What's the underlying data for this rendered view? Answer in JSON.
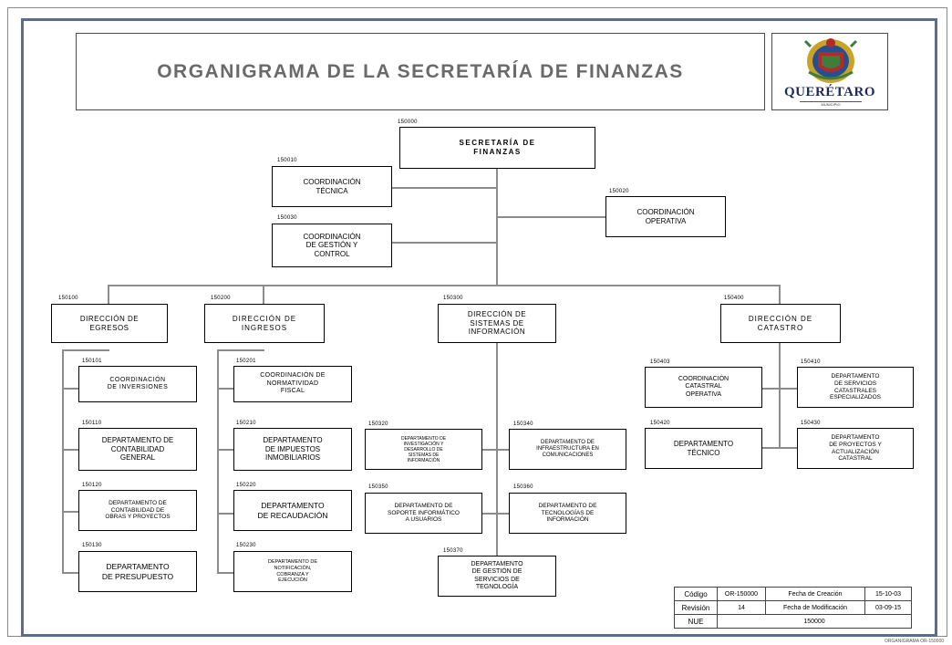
{
  "title": "ORGANIGRAMA DE LA SECRETARÍA DE FINANZAS",
  "logo": {
    "text": "QUERÉTARO",
    "subtext": "MUNICIPIO",
    "colors": {
      "gold": "#c9a227",
      "red": "#b5282c",
      "blue": "#274f8f",
      "green": "#3f7d3c"
    }
  },
  "units": {
    "u150000": {
      "code": "150000",
      "name": "SECRETARÍA DE\nFINANZAS"
    },
    "u150010": {
      "code": "150010",
      "name": "COORDINACIÓN\nTÉCNICA"
    },
    "u150020": {
      "code": "150020",
      "name": "COORDINACIÓN\nOPERATIVA"
    },
    "u150030": {
      "code": "150030",
      "name": "COORDINACIÓN\nDE GESTIÓN Y\nCONTROL"
    },
    "u150100": {
      "code": "150100",
      "name": "DIRECCIÓN DE\nEGRESOS"
    },
    "u150101": {
      "code": "150101",
      "name": "COORDINACIÓN\nDE INVERSIONES"
    },
    "u150110": {
      "code": "150110",
      "name": "DEPARTAMENTO DE\nCONTABILIDAD\nGENERAL"
    },
    "u150120": {
      "code": "150120",
      "name": "DEPARTAMENTO DE\nCONTABILIDAD DE\nOBRAS Y PROYECTOS"
    },
    "u150130": {
      "code": "150130",
      "name": "DEPARTAMENTO\nDE PRESUPUESTO"
    },
    "u150200": {
      "code": "150200",
      "name": "DIRECCIÓN DE\nINGRESOS"
    },
    "u150201": {
      "code": "150201",
      "name": "COORDINACIÓN DE\nNORMATIVIDAD\nFISCAL"
    },
    "u150210": {
      "code": "150210",
      "name": "DEPARTAMENTO\nDE IMPUESTOS\nINMOBILIARIOS"
    },
    "u150220": {
      "code": "150220",
      "name": "DEPARTAMENTO\nDE RECAUDACIÓN"
    },
    "u150230": {
      "code": "150230",
      "name": "DEPARTAMENTO DE\nNOTIFICACIÓN,\nCOBRANZA Y\nEJECUCIÓN"
    },
    "u150300": {
      "code": "150300",
      "name": "DIRECCIÓN DE\nSISTEMAS DE\nINFORMACIÓN"
    },
    "u150320": {
      "code": "150320",
      "name": "DEPARTAMENTO DE\nINVESTIGACIÓN Y\nDESARROLLO DE\nSISTEMAS DE\nINFORMACIÓN"
    },
    "u150340": {
      "code": "150340",
      "name": "DEPARTAMENTO DE\nINFRAESTRUCTURA EN\nCOMUNICACIONES"
    },
    "u150350": {
      "code": "150350",
      "name": "DEPARTAMENTO DE\nSOPORTE INFORMÁTICO\nA USUARIOS"
    },
    "u150360": {
      "code": "150360",
      "name": "DEPARTAMENTO DE\nTECNOLOGÍAS DE\nINFORMACIÓN"
    },
    "u150370": {
      "code": "150370",
      "name": "DEPARTAMENTO\nDE GESTIÓN DE\nSERVICIOS DE\nTEGNOLOGÍA"
    },
    "u150400": {
      "code": "150400",
      "name": "DIRECCIÓN DE\nCATASTRO"
    },
    "u150403": {
      "code": "150403",
      "name": "COORDINACIÓN\nCATASTRAL\nOPERATIVA"
    },
    "u150410": {
      "code": "150410",
      "name": "DEPARTAMENTO\nDE SERVICIOS\nCATASTRALES\nESPECIALIZADOS"
    },
    "u150420": {
      "code": "150420",
      "name": "DEPARTAMENTO\nTÉCNICO"
    },
    "u150430": {
      "code": "150430",
      "name": "DEPARTAMENTO\nDE PROYECTOS Y\nACTUALIZACIÓN\nCATASTRAL"
    }
  },
  "meta": {
    "codigo_label": "Código",
    "codigo_value": "OR-150000",
    "creacion_label": "Fecha de Creación",
    "creacion_value": "15-10-03",
    "revision_label": "Revisión",
    "revision_value": "14",
    "modificacion_label": "Fecha de Modificación",
    "modificacion_value": "03-09-15",
    "nue_label": "NUE",
    "nue_value": "150000"
  },
  "footer": "ORGANIGRAMA OR-150000"
}
